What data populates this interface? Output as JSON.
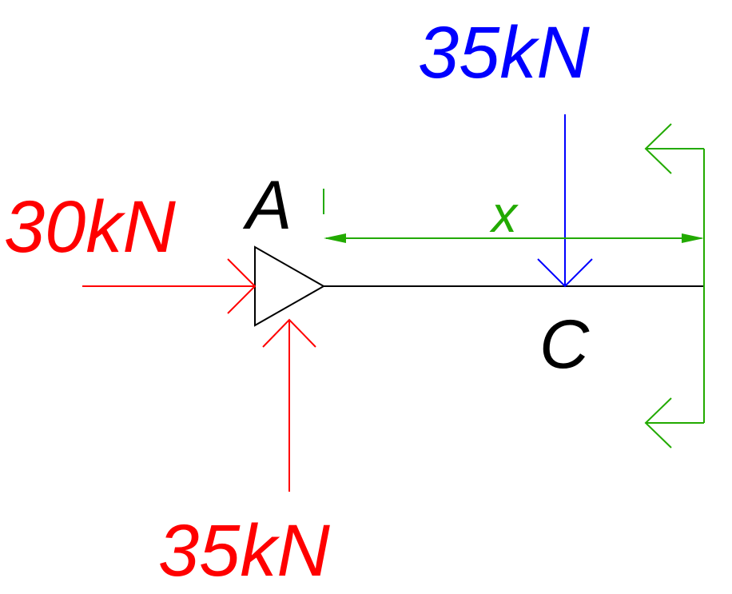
{
  "colors": {
    "support_reaction": "#ff0000",
    "applied_load": "#0000ff",
    "section_cut": "#22aa00",
    "structure": "#000000"
  },
  "labels": {
    "horizontal_reaction": "30kN",
    "vertical_reaction": "35kN",
    "applied_load": "35kN",
    "node_a": "A",
    "node_c": "C",
    "distance": "x"
  }
}
